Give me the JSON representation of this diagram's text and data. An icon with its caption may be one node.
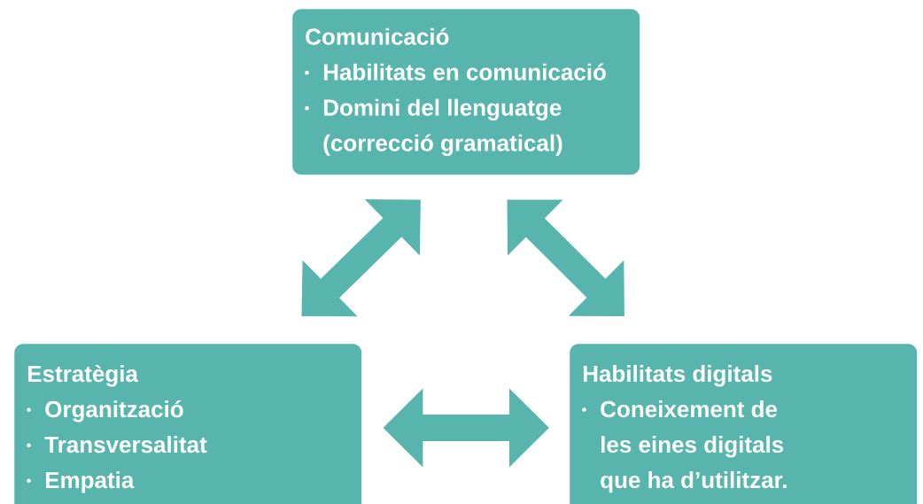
{
  "diagram": {
    "nodes": [
      {
        "text": [
          "Comunicació",
          "Habilitats en comunicació",
          "Domini del llenguatge (correcció gramatical)"
        ]
      },
      {
        "text": [
          "Estratègia",
          "Organització",
          "Transversalitat",
          "Empatia"
        ]
      },
      {
        "text": [
          "Habilitats digitals",
          "Coneixement de les eines digitals que ha d’utilitzar."
        ]
      }
    ],
    "edges": [
      {
        "from": 0,
        "to": 1,
        "arrow": "both"
      },
      {
        "from": 0,
        "to": 2,
        "arrow": "both"
      },
      {
        "from": 1,
        "to": 2,
        "arrow": "both"
      }
    ]
  }
}
